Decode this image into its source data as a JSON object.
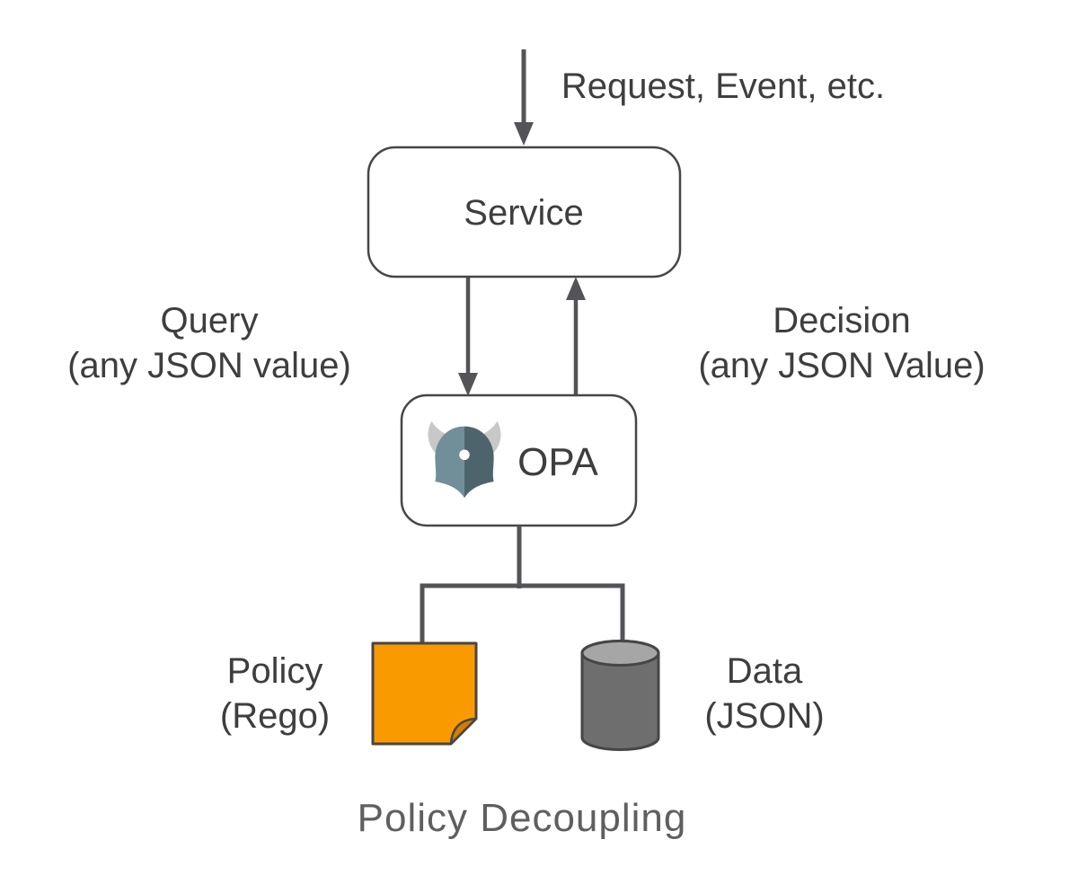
{
  "title": "Policy Decoupling",
  "colors": {
    "background": "#ffffff",
    "text": "#3e3e3e",
    "caption_text": "#5f5f5f",
    "line": "#545458",
    "box_border": "#464646",
    "box_fill": "#ffffff",
    "policy_orange": "#f99b00",
    "policy_fold_orange": "#d87c00",
    "cylinder_body_gray": "#6e6e6e",
    "cylinder_top_gray": "#a6a6a6",
    "opa_helmet_left": "#718f99",
    "opa_helmet_right": "#4e646d",
    "opa_horn_gray": "#c8c8c8",
    "opa_eye_white": "#ffffff"
  },
  "diagram": {
    "request_label": "Request, Event, etc.",
    "service": {
      "label": "Service"
    },
    "query_label": {
      "line1": "Query",
      "line2": "(any JSON value)"
    },
    "decision_label": {
      "line1": "Decision",
      "line2": "(any JSON Value)"
    },
    "opa": {
      "label": "OPA",
      "logo": "opa-helmet-logo"
    },
    "policy_label": {
      "line1": "Policy",
      "line2": "(Rego)"
    },
    "data_label": {
      "line1": "Data",
      "line2": "(JSON)"
    },
    "caption": "Policy Decoupling"
  }
}
